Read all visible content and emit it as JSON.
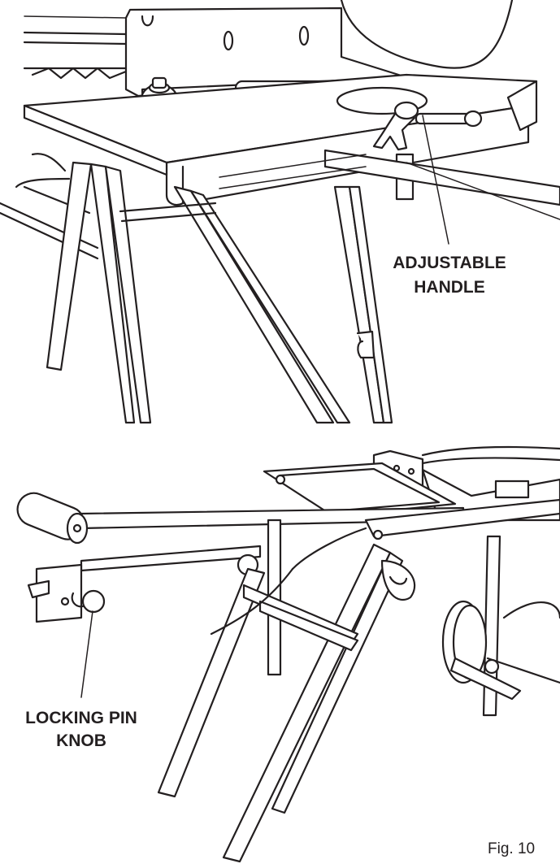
{
  "labels": {
    "adjustable_handle_line1": "ADJUSTABLE",
    "adjustable_handle_line2": "HANDLE",
    "locking_pin_knob_line1": "LOCKING PIN",
    "locking_pin_knob_line2": "KNOB",
    "figure": "Fig. 10"
  }
}
